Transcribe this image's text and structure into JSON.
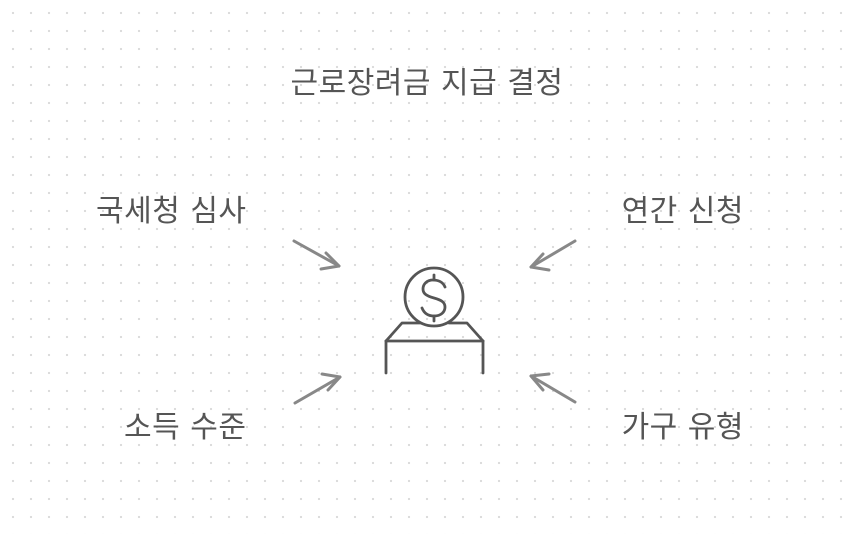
{
  "diagram": {
    "title": "근로장려금 지급 결정",
    "inputs": {
      "top_left": "국세청 심사",
      "top_right": "연간 신청",
      "bottom_left": "소득 수준",
      "bottom_right": "가구 유형"
    },
    "center_icon": "dollar-coin-deposit-icon",
    "colors": {
      "text": "#555555",
      "arrow": "#888888",
      "icon": "#555555"
    }
  }
}
